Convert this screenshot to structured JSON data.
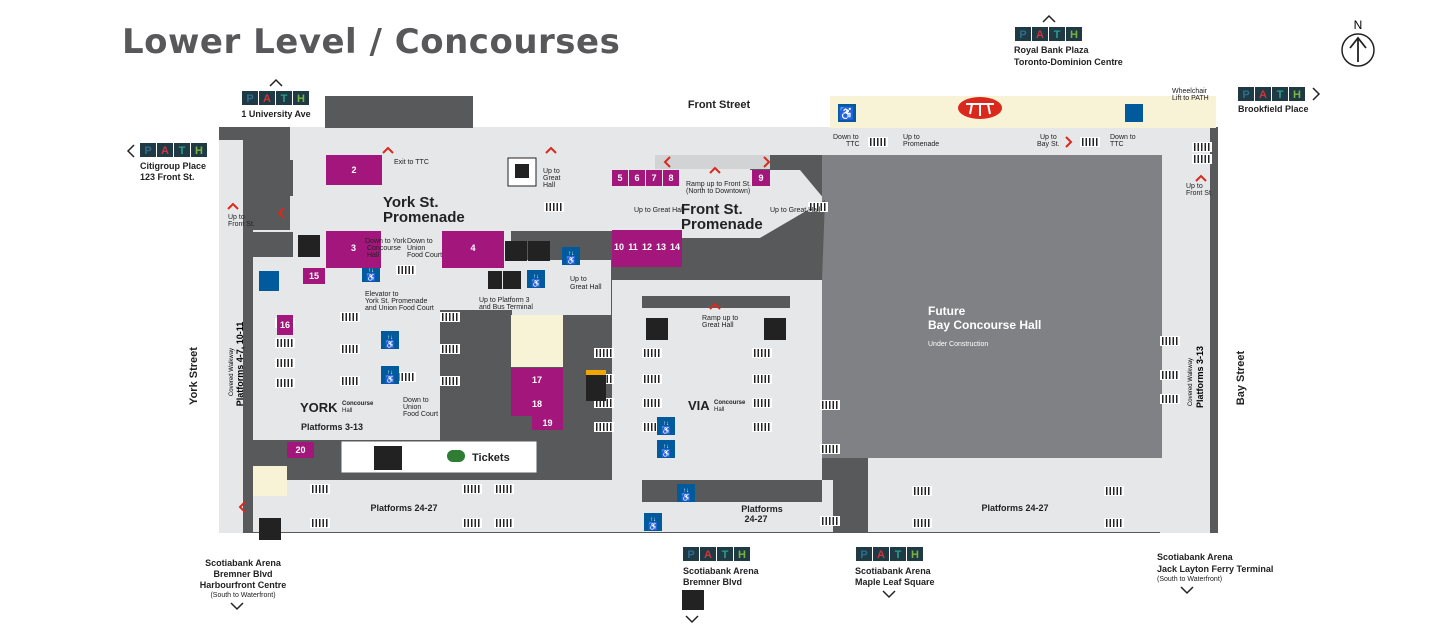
{
  "title": "Lower Level / Concourses",
  "north": "N",
  "path_logo": [
    "P",
    "A",
    "T",
    "H"
  ],
  "colors": {
    "wall": "#58595b",
    "floor": "#e6e7e8",
    "shop": "#a3177c",
    "service": "#005a9c",
    "ttc": "#da291c",
    "path_blue": "#2e6d8e",
    "path_red": "#d1343b",
    "path_teal": "#2a9d8f",
    "path_green": "#7bb342",
    "go_green": "#2e7d32",
    "future_area": "#808184",
    "cream": "#f8f2d6"
  },
  "streets": {
    "front": "Front Street",
    "york": "York Street",
    "bay": "Bay Street"
  },
  "path_links": {
    "university": "1 University Ave",
    "citigroup": [
      "Citigroup Place",
      "123 Front St."
    ],
    "royal_bank": [
      "Royal Bank Plaza",
      "Toronto-Dominion Centre"
    ],
    "brookfield": "Brookfield Place",
    "wheelchair_lift": [
      "Wheelchair",
      "Lift to PATH"
    ],
    "scotiabank_bremner": [
      "Scotiabank Arena",
      "Bremner Blvd"
    ],
    "maple_leaf": [
      "Scotiabank Arena",
      "Maple Leaf Square"
    ]
  },
  "exits": {
    "harbourfront": [
      "Scotiabank Arena",
      "Bremner Blvd",
      "Harbourfront Centre",
      "(South to Waterfront)"
    ],
    "jack_layton": [
      "Scotiabank Arena",
      "Jack Layton Ferry Terminal",
      "(South to Waterfront)"
    ]
  },
  "areas": {
    "york_promenade": [
      "York St.",
      "Promenade"
    ],
    "front_promenade": [
      "Front St.",
      "Promenade"
    ],
    "future_bay": [
      "Future",
      "Bay Concourse Hall"
    ],
    "under_construction": "Under Construction",
    "york_concourse": "YORK",
    "via_concourse": "VIA",
    "concourse_word": "Concourse",
    "hall_word": "Hall",
    "york_platforms": "Platforms 3-13",
    "tickets": "Tickets"
  },
  "platform_labels": {
    "left_24": "Platforms 24-27",
    "mid_24": [
      "Platforms",
      "24-27"
    ],
    "right_24": "Platforms 24-27",
    "york_walkway": [
      "Covered Walkway",
      "Platforms 4-7, 10-11"
    ],
    "bay_walkway": [
      "Covered Walkway",
      "Platforms 3-13"
    ]
  },
  "directions": {
    "exit_ttc": "Exit to TTC",
    "up_great_hall_1": [
      "Up to",
      "Great",
      "Hall"
    ],
    "up_great_hall_2": "Up to Great Hall",
    "up_great_hall_3": "Up to Great Hall",
    "up_great_hall_4": [
      "Up to",
      "Great Hall"
    ],
    "ramp_front": [
      "Ramp up to Front St.",
      "(North to Downtown)"
    ],
    "up_front_left": [
      "Up to",
      "Front St."
    ],
    "up_front_right": [
      "Up to",
      "Front St."
    ],
    "down_york_hall": [
      "Down to York",
      "Concourse",
      "Hall"
    ],
    "down_union_food_1": [
      "Down to",
      "Union",
      "Food Court"
    ],
    "elevator_york": [
      "Elevator to",
      "York St. Promenade",
      "and Union Food Court"
    ],
    "up_platform3": [
      "Up to Platform 3",
      "and Bus Terminal"
    ],
    "down_union_food_2": [
      "Down to",
      "Union",
      "Food Court"
    ],
    "ramp_great_hall": [
      "Ramp up to",
      "Great Hall"
    ],
    "down_ttc_left": [
      "Down to",
      "TTC"
    ],
    "up_promenade": [
      "Up to",
      "Promenade"
    ],
    "up_bay": [
      "Up to",
      "Bay St."
    ],
    "down_ttc_right": [
      "Down to",
      "TTC"
    ]
  },
  "shops": [
    "2",
    "3",
    "4",
    "5",
    "6",
    "7",
    "8",
    "9",
    "10",
    "11",
    "12",
    "13",
    "14",
    "15",
    "16",
    "17",
    "18",
    "19",
    "20"
  ]
}
